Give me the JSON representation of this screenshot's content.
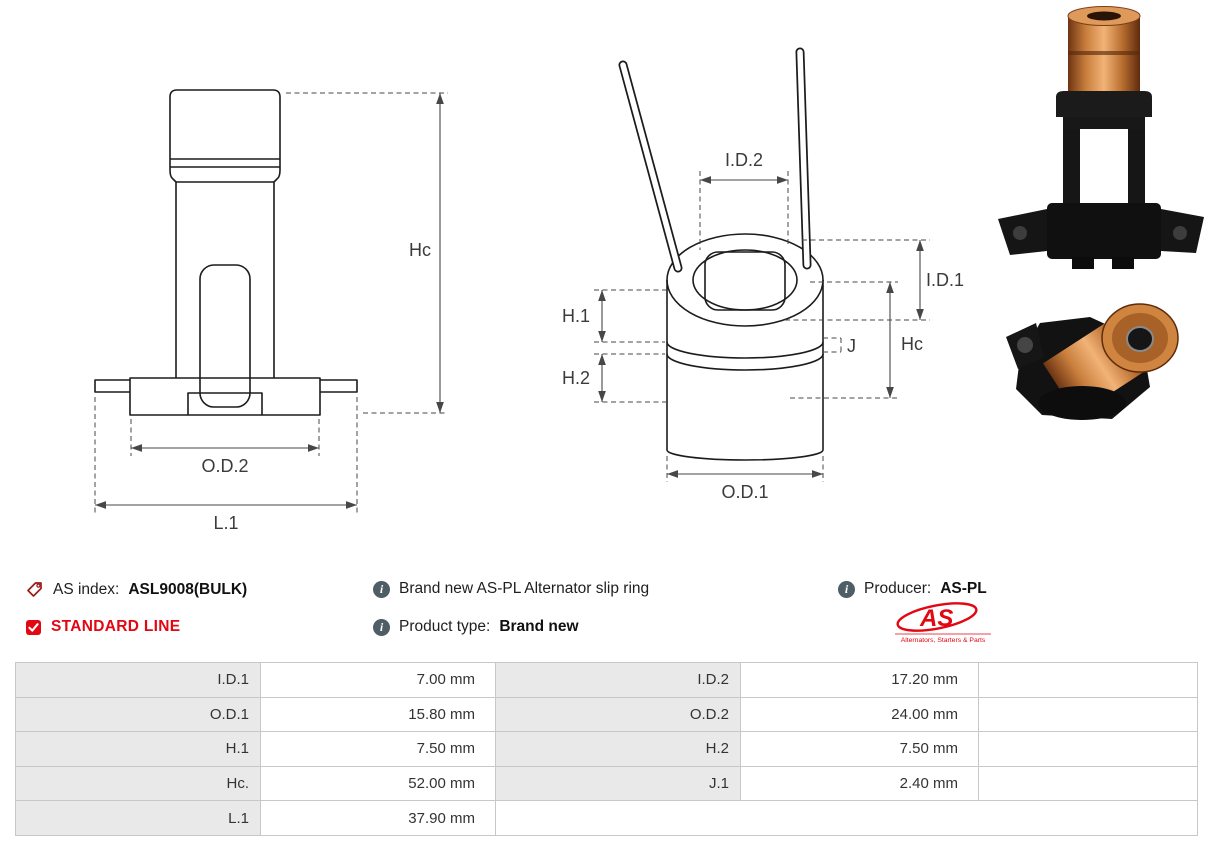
{
  "icons": {
    "info_glyph": "i"
  },
  "drawings": {
    "side_view": {
      "hc": "Hc",
      "od2": "O.D.2",
      "l1": "L.1"
    },
    "section_view": {
      "id2": "I.D.2",
      "id1": "I.D.1",
      "h1": "H.1",
      "h2": "H.2",
      "j": "J",
      "hc": "Hc",
      "od1": "O.D.1"
    }
  },
  "info": {
    "as_index_label": "AS index:",
    "as_index_value": "ASL9008(BULK)",
    "standard_line_label": "STANDARD LINE",
    "description": "Brand new AS-PL Alternator slip ring",
    "product_type_label": "Product type:",
    "product_type_value": "Brand new",
    "producer_label": "Producer:",
    "producer_value": "AS-PL",
    "colors": {
      "brand_red": "#e30613",
      "info_icon_bg": "#4e5d66"
    }
  },
  "brand_logo": {
    "text": "AS",
    "subtext": "Alternators, Starters & Parts"
  },
  "spec_table": {
    "rows": [
      {
        "label1": "I.D.1",
        "value1": "7.00 mm",
        "label2": "I.D.2",
        "value2": "17.20 mm"
      },
      {
        "label1": "O.D.1",
        "value1": "15.80 mm",
        "label2": "O.D.2",
        "value2": "24.00 mm"
      },
      {
        "label1": "H.1",
        "value1": "7.50 mm",
        "label2": "H.2",
        "value2": "7.50 mm"
      },
      {
        "label1": "Hc.",
        "value1": "52.00 mm",
        "label2": "J.1",
        "value2": "2.40 mm"
      },
      {
        "label1": "L.1",
        "value1": "37.90 mm",
        "label2": "",
        "value2": ""
      }
    ]
  }
}
